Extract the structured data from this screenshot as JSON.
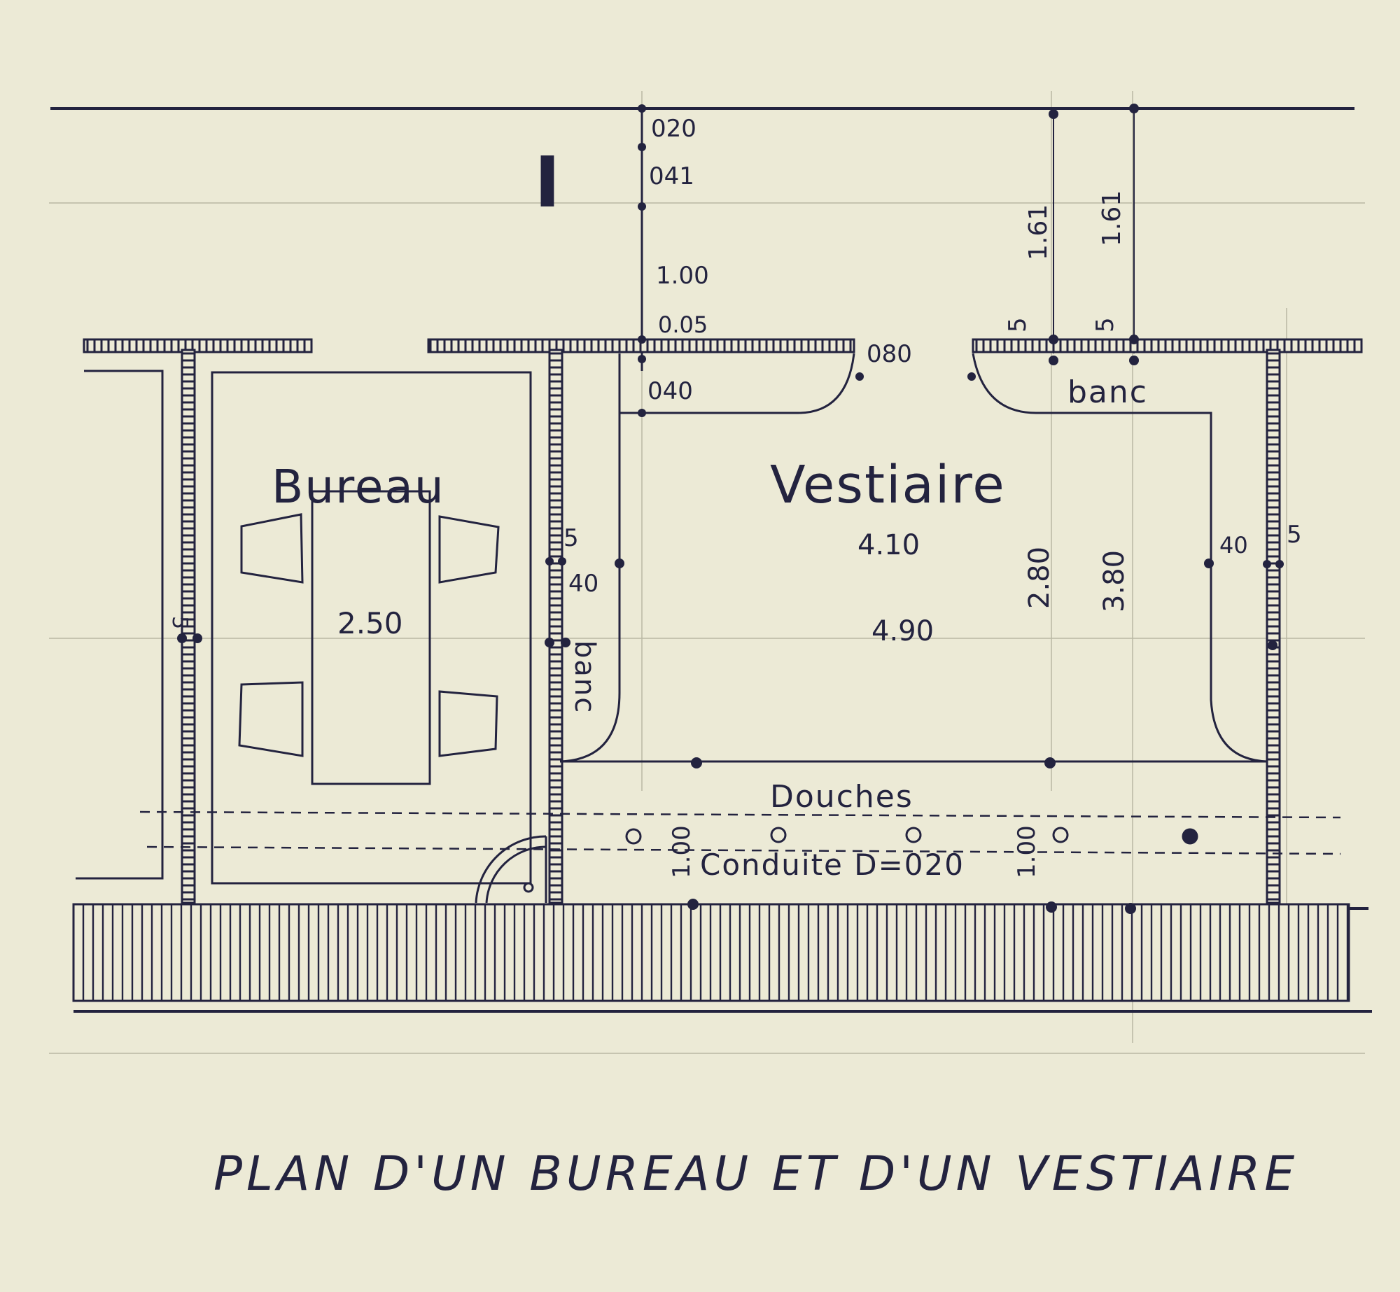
{
  "title": "PLAN D'UN BUREAU ET D'UN VESTIAIRE",
  "section_mark": "I",
  "rooms": {
    "bureau": "Bureau",
    "vestiaire": "Vestiaire",
    "douches": "Douches",
    "banc_top": "banc",
    "banc_left": "banc"
  },
  "conduite": "Conduite D=020",
  "dimensions": {
    "d020": "020",
    "d041": "041",
    "d100_top": "1.00",
    "d005": "0.05",
    "d040": "040",
    "d080": "080",
    "d161_a": "1.61",
    "d161_b": "1.61",
    "d5_a": "5",
    "d5_b": "5",
    "d5_left": "5",
    "d5_right": "5",
    "d40_left": "40",
    "d40_right": "40",
    "d410": "4.10",
    "d490": "4.90",
    "d280": "2.80",
    "d380": "3.80",
    "d250": "2.50",
    "d100_bottom_a": "1.00",
    "d100_bottom_b": "1.00",
    "d_left_edge": "5"
  },
  "colors": {
    "paper": "#ecead6",
    "ink": "#23233f",
    "grid": "#b9b8a4"
  }
}
